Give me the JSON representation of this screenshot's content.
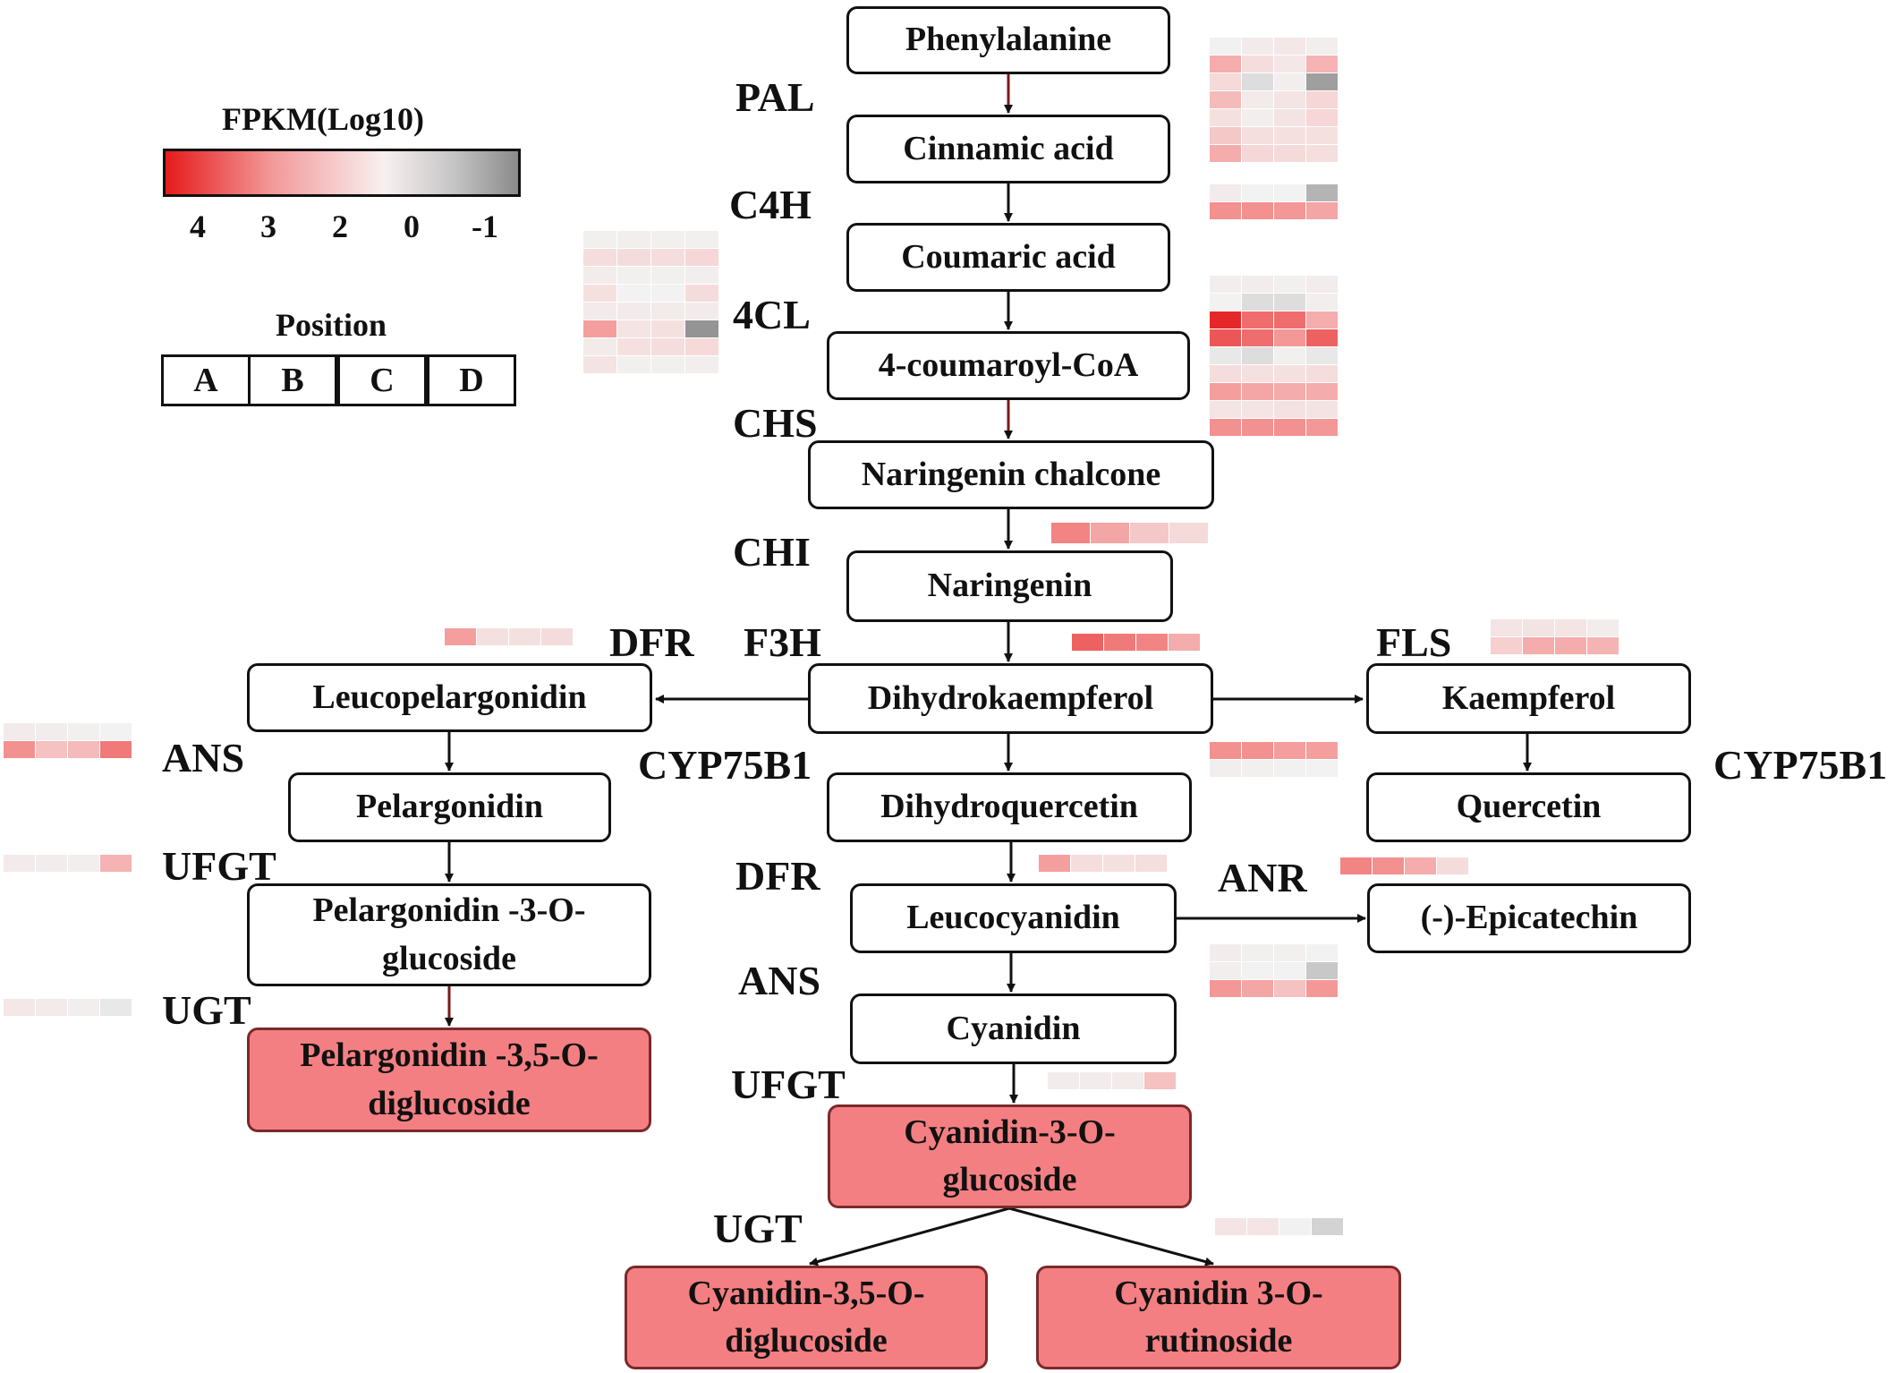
{
  "legend": {
    "title": "FPKM(Log10)",
    "ticks": [
      "4",
      "3",
      "2",
      "0",
      "-1"
    ],
    "position_title": "Position",
    "positions": [
      "A",
      "B",
      "C",
      "D"
    ]
  },
  "nodes": {
    "phenylalanine": "Phenylalanine",
    "cinnamic_acid": "Cinnamic acid",
    "coumaric_acid": "Coumaric acid",
    "coumaroyl_coa": "4-coumaroyl-CoA",
    "naringenin_chalcone": "Naringenin chalcone",
    "naringenin": "Naringenin",
    "dihydrokaempferol": "Dihydrokaempferol",
    "leucopelargonidin": "Leucopelargonidin",
    "kaempferol": "Kaempferol",
    "pelargonidin": "Pelargonidin",
    "dihydroquercetin": "Dihydroquercetin",
    "quercetin": "Quercetin",
    "pelargonidin_3_glc_l1": "Pelargonidin -3-O-",
    "pelargonidin_3_glc_l2": "glucoside",
    "leucocyanidin": "Leucocyanidin",
    "epicatechin": "(-)-Epicatechin",
    "pelargonidin_35_l1": "Pelargonidin -3,5-O-",
    "pelargonidin_35_l2": "diglucoside",
    "cyanidin": "Cyanidin",
    "cyanidin_3_glc_l1": "Cyanidin-3-O-",
    "cyanidin_3_glc_l2": "glucoside",
    "cyanidin_35_l1": "Cyanidin-3,5-O-",
    "cyanidin_35_l2": "diglucoside",
    "cyanidin_rut_l1": "Cyanidin 3-O-",
    "cyanidin_rut_l2": "rutinoside"
  },
  "enzymes": {
    "pal": "PAL",
    "c4h": "C4H",
    "cl4": "4CL",
    "chs": "CHS",
    "chi": "CHI",
    "f3h": "F3H",
    "dfr_left": "DFR",
    "fls": "FLS",
    "ans_left": "ANS",
    "cyp_mid": "CYP75B1",
    "cyp_right": "CYP75B1",
    "ufgt_left": "UFGT",
    "dfr_mid": "DFR",
    "anr": "ANR",
    "ugt_left": "UGT",
    "ans_mid": "ANS",
    "ufgt_mid": "UFGT",
    "ugt_bottom": "UGT"
  },
  "colors": {
    "scale": [
      [
        4,
        "#e51b1b"
      ],
      [
        3,
        "#f39090"
      ],
      [
        2,
        "#f6d6d6"
      ],
      [
        0,
        "#f2f2f2"
      ],
      [
        -1,
        "#8a8a8a"
      ]
    ],
    "product_fill": "#f47f82"
  },
  "heatmaps": {
    "pal": [
      [
        0.1,
        0.5,
        0.8,
        0.3
      ],
      [
        2.6,
        1.5,
        0.8,
        2.5
      ],
      [
        1.8,
        -0.2,
        0.3,
        -0.8
      ],
      [
        2.4,
        0.6,
        1.0,
        2.0
      ],
      [
        1.3,
        0.3,
        1.1,
        2.0
      ],
      [
        2.2,
        1.4,
        1.3,
        1.3
      ],
      [
        2.6,
        1.9,
        1.7,
        1.4
      ]
    ],
    "c4h": [
      [
        0.5,
        0,
        0,
        -0.6
      ],
      [
        3.0,
        3.0,
        2.9,
        2.7
      ]
    ],
    "cl4_left": [
      [
        0.2,
        0.3,
        0.2,
        0.2
      ],
      [
        1.5,
        1.6,
        1.5,
        2.0
      ],
      [
        0.4,
        0.2,
        0.2,
        0.3
      ],
      [
        1.3,
        0,
        0,
        1.6
      ],
      [
        0.5,
        0.5,
        0.6,
        0.5
      ],
      [
        2.8,
        1.0,
        1.3,
        -0.9
      ],
      [
        0.6,
        1.3,
        1.5,
        1.8
      ],
      [
        1.1,
        0.2,
        0.2,
        0.3
      ]
    ],
    "cl4_right": [
      [
        0.3,
        0.4,
        0.2,
        0.4
      ],
      [
        0,
        -0.2,
        -0.2,
        0.3
      ],
      [
        3.9,
        3.3,
        3.3,
        2.6
      ],
      [
        3.5,
        3.3,
        2.9,
        3.4
      ],
      [
        -0.1,
        -0.2,
        0.2,
        -0.1
      ],
      [
        1.5,
        1.3,
        1.3,
        1.5
      ],
      [
        2.8,
        2.7,
        2.6,
        2.6
      ],
      [
        1.0,
        1.0,
        1.2,
        1.1
      ],
      [
        3.0,
        3.0,
        3.0,
        2.9
      ]
    ],
    "chi": [
      [
        3.1,
        2.7,
        2.2,
        1.7
      ]
    ],
    "dfr_left": [
      [
        2.8,
        1.3,
        1.3,
        1.6
      ]
    ],
    "f3h": [
      [
        3.4,
        3.2,
        3.1,
        2.6
      ]
    ],
    "fls": [
      [
        1.0,
        1.1,
        1.0,
        0.4
      ],
      [
        2.1,
        2.6,
        2.6,
        2.5
      ]
    ],
    "ans_left": [
      [
        0.5,
        0.4,
        0.2,
        0
      ],
      [
        3.0,
        2.3,
        2.4,
        3.2
      ]
    ],
    "cyp_mid": [
      [
        3.0,
        3.0,
        2.8,
        2.8
      ],
      [
        0.3,
        0.2,
        0.1,
        0
      ]
    ],
    "ufgt_left": [
      [
        0.5,
        0.4,
        0.3,
        2.5
      ]
    ],
    "dfr_mid": [
      [
        2.8,
        1.5,
        1.3,
        1.4
      ]
    ],
    "anr": [
      [
        3.1,
        3.0,
        2.6,
        1.6
      ]
    ],
    "ugt_left": [
      [
        0.8,
        0.6,
        0.3,
        -0.1
      ]
    ],
    "ans_mid": [
      [
        0.4,
        0.2,
        0.2,
        0
      ],
      [
        0.3,
        0,
        0,
        -0.4
      ],
      [
        2.9,
        2.7,
        2.3,
        2.9
      ]
    ],
    "ufgt_mid": [
      [
        0.4,
        0.4,
        0.6,
        2.3
      ]
    ],
    "ugt_bottom": [
      [
        1.0,
        1.0,
        0.1,
        -0.3
      ]
    ]
  }
}
